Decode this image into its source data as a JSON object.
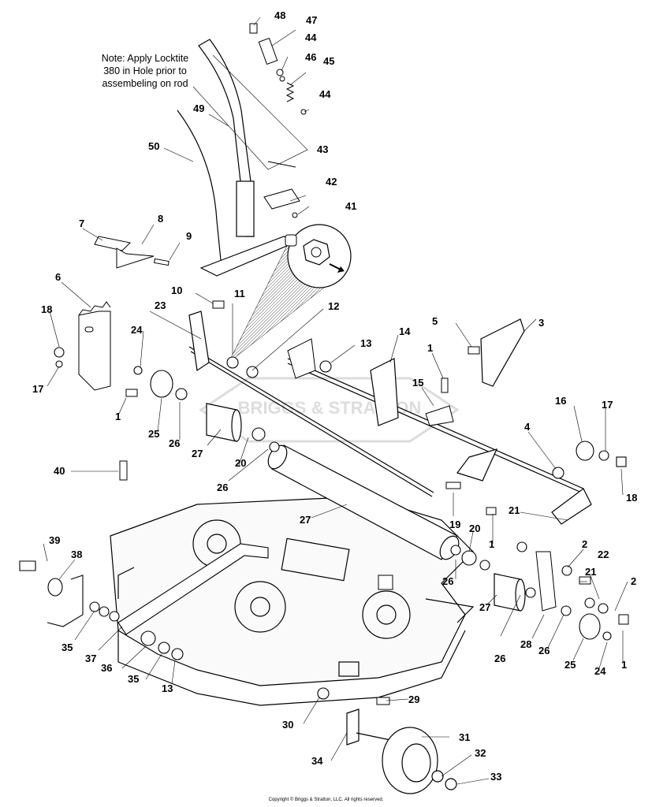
{
  "note": {
    "lines": [
      "Note: Apply Locktite",
      "380 in Hole prior to",
      "assembeling on rod"
    ]
  },
  "watermark": "BRIGGS & STRATTON",
  "copyright": "Copyright © Briggs & Stratton, LLC. All rights reserved.",
  "callouts": [
    "48",
    "47",
    "44",
    "46",
    "45",
    "44",
    "49",
    "43",
    "50",
    "42",
    "41",
    "7",
    "8",
    "9",
    "6",
    "10",
    "11",
    "12",
    "23",
    "5",
    "3",
    "18",
    "24",
    "13",
    "14",
    "1",
    "17",
    "15",
    "16",
    "17",
    "1",
    "25",
    "26",
    "27",
    "4",
    "18",
    "20",
    "26",
    "40",
    "19",
    "27",
    "21",
    "20",
    "1",
    "2",
    "22",
    "39",
    "38",
    "26",
    "21",
    "2",
    "27",
    "35",
    "37",
    "26",
    "28",
    "26",
    "25",
    "24",
    "1",
    "36",
    "35",
    "13",
    "29",
    "30",
    "31",
    "34",
    "32",
    "33"
  ]
}
